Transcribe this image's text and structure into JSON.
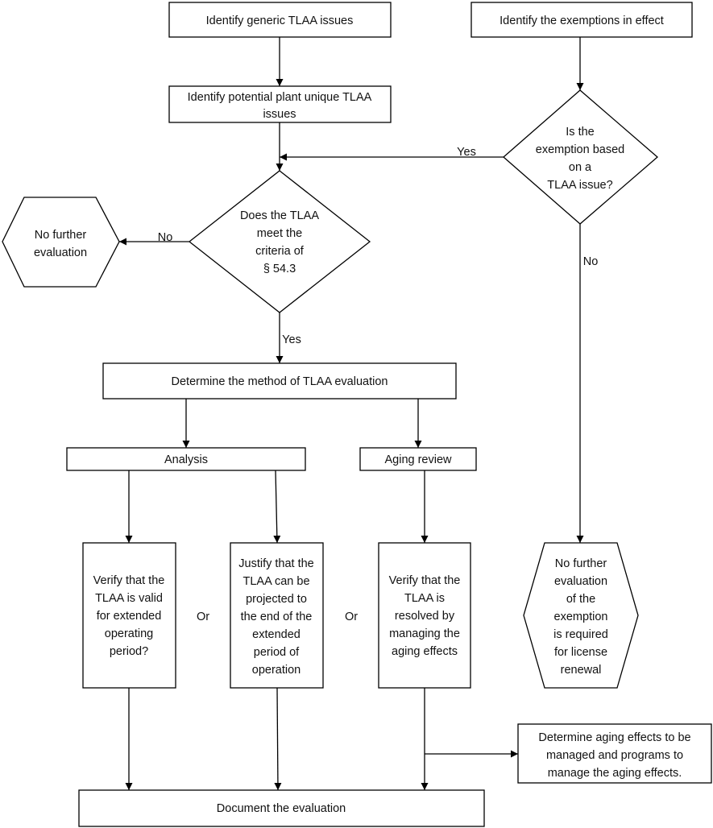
{
  "nodes": {
    "identify_generic": "Identify generic TLAA issues",
    "identify_exemptions": "Identify the exemptions in effect",
    "identify_plant_unique": [
      "Identify potential plant unique TLAA",
      "issues"
    ],
    "exemption_decision": [
      "Is the",
      "exemption based",
      "on a",
      "TLAA issue?"
    ],
    "criteria_decision": [
      "Does the TLAA",
      "meet the",
      "criteria of",
      "§ 54.3"
    ],
    "no_further_left": [
      "No further",
      "evaluation"
    ],
    "determine_method": "Determine the method of TLAA evaluation",
    "analysis": "Analysis",
    "aging_review": "Aging review",
    "verify_valid": [
      "Verify that the",
      "TLAA is valid",
      "for extended",
      "operating",
      "period?"
    ],
    "justify_projected": [
      "Justify that the",
      "TLAA can be",
      "projected to",
      "the end of the",
      "extended",
      "period of",
      "operation"
    ],
    "verify_resolved": [
      "Verify that the",
      "TLAA is",
      "resolved by",
      "managing the",
      "aging effects"
    ],
    "no_further_exemption": [
      "No further",
      "evaluation",
      "of the",
      "exemption",
      "is required",
      "for license",
      "renewal"
    ],
    "determine_aging": [
      "Determine aging effects to be",
      "managed and programs to",
      "manage the aging effects."
    ],
    "document": "Document the evaluation"
  },
  "labels": {
    "yes_exemption": "Yes",
    "no_criteria": "No",
    "yes_criteria": "Yes",
    "no_exemption": "No",
    "or_1": "Or",
    "or_2": "Or"
  }
}
